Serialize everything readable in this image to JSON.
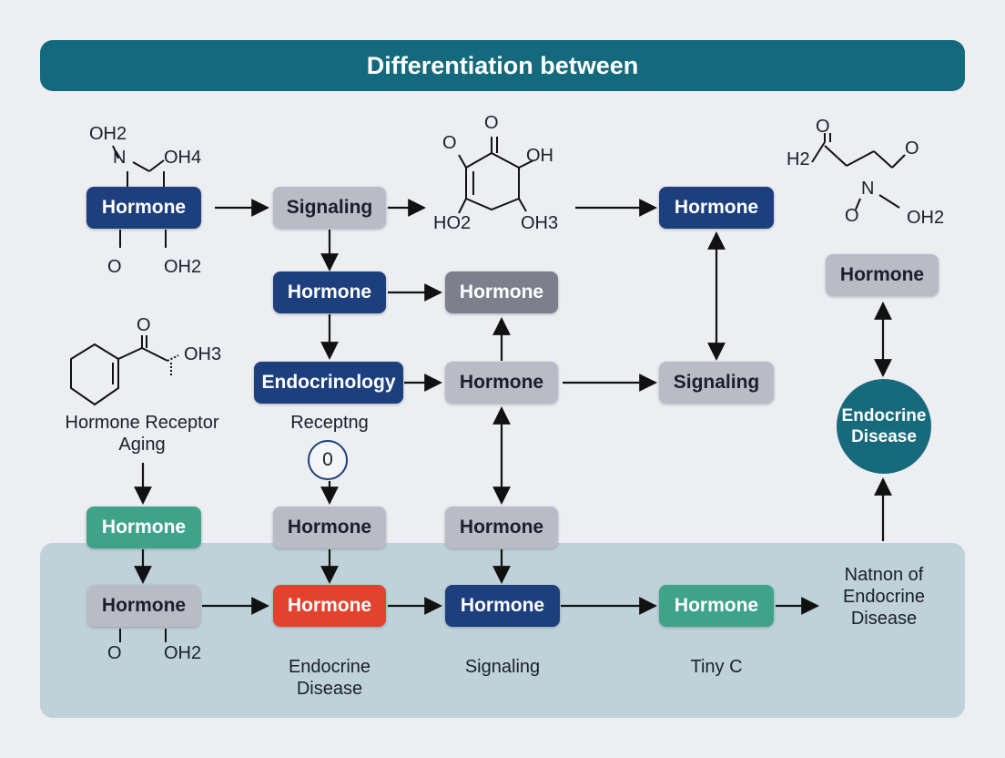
{
  "title": "Differentiation between",
  "nodes": {
    "hormone_a": "Hormone",
    "signaling_a": "Signaling",
    "hormone_b": "Hormone",
    "hormone_c": "Hormone",
    "hormone_d": "Hormone",
    "endocrinology": "Endocrinology",
    "hormone_e": "Hormone",
    "signaling_b": "Signaling",
    "hormone_f": "Hormone",
    "hormone_g": "Hormone",
    "hormone_h": "Hormone",
    "hormone_i": "Hormone",
    "hormone_j": "Hormone",
    "hormone_k": "Hormone",
    "hormone_l": "Hormone",
    "hormone_m": "Hormone"
  },
  "circle": {
    "line1": "Endocrine",
    "line2": "Disease"
  },
  "badge": "0",
  "labels": {
    "receptor_line1": "Hormone Receptor",
    "receptor_line2": "Aging",
    "recepting": "Receptng",
    "endocrine_disease_line1": "Endocrine",
    "endocrine_disease_line2": "Disease",
    "signaling": "Signaling",
    "tiny": "Tiny C",
    "nation_line1": "Natnon of",
    "nation_line2": "Endocrine",
    "nation_line3": "Disease"
  },
  "chem": {
    "m1_top": "OH2",
    "m1_n": "N",
    "m1_oh4": "OH4",
    "m1_o": "O",
    "m1_oh2": "OH2",
    "m2_o_top": "O",
    "m2_o_left": "O",
    "m2_oh": "OH",
    "m2_ho2": "HO2",
    "m2_oh3": "OH3",
    "m3_o": "O",
    "m3_h2": "H2",
    "m3_o2": "O",
    "m3_n": "N",
    "m3_o3": "O",
    "m3_oh2": "OH2",
    "m4_o": "O",
    "m4_oh3": "OH3",
    "m5_o": "O",
    "m5_oh2": "OH2"
  },
  "colors": {
    "title_bar": "#146a7c",
    "navy": "#1d3f7e",
    "gray": "#b9bcc6",
    "slate": "#7d808c",
    "teal": "#3fa38a",
    "red": "#e2432f",
    "circle": "#166a7c",
    "panel": "#bfd2da"
  }
}
